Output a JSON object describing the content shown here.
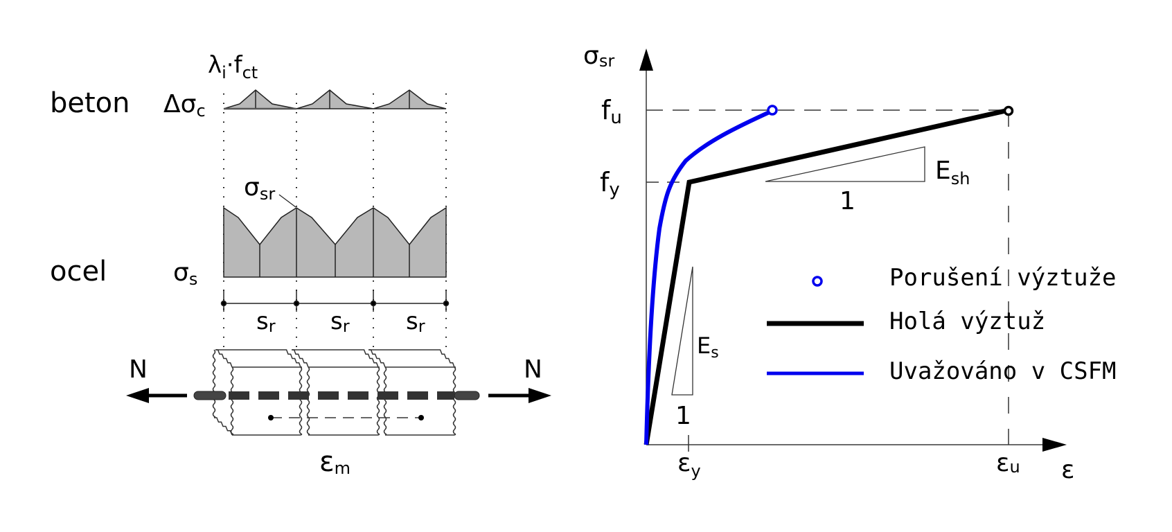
{
  "left_diagram": {
    "title_lambda": "λ",
    "title_lambda_sub": "i",
    "title_dot": "·f",
    "title_f_sub": "ct",
    "row_concrete_label": "beton",
    "row_concrete_symbol": "Δσ",
    "row_concrete_symbol_sub": "c",
    "row_steel_label": "ocel",
    "row_steel_symbol": "σ",
    "row_steel_symbol_sub": "s",
    "peak_label": "σ",
    "peak_label_sub": "sr",
    "crack_spacing_label": "s",
    "crack_spacing_sub": "r",
    "crack_spacing_count": 3,
    "force_left": "N",
    "force_right": "N",
    "mean_strain_label": "ε",
    "mean_strain_sub": "m"
  },
  "right_diagram": {
    "y_axis_label": "σ",
    "y_axis_sub": "sr",
    "x_axis_label": "ε",
    "fu_label": "f",
    "fu_sub": "u",
    "fy_label": "f",
    "fy_sub": "y",
    "ey_label": "ε",
    "ey_sub": "y",
    "eu_label": "ε",
    "eu_sub": "u",
    "es_label": "E",
    "es_sub": "s",
    "es_unit": "1",
    "esh_label": "E",
    "esh_sub": "sh",
    "esh_unit": "1",
    "legend": [
      {
        "marker": "circle-marker",
        "color": "#0000ee",
        "label": "Porušení výztuže"
      },
      {
        "marker": "line",
        "color": "#000000",
        "label": "Holá výztuž"
      },
      {
        "marker": "line",
        "color": "#0000ee",
        "label": "Uvažováno v CSFM"
      }
    ]
  },
  "colors": {
    "bare_steel": "#000000",
    "csfm": "#0000ee",
    "fill_gray": "#b8b8b8"
  }
}
